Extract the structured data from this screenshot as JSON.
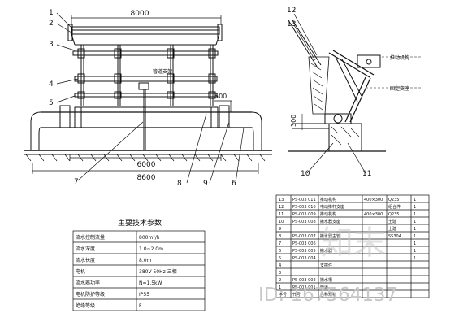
{
  "dimensions": {
    "total_top": "8000",
    "mid": "6000",
    "total_bottom": "8600",
    "height_right": "500",
    "left_side": "300"
  },
  "callouts_left": [
    "1",
    "2",
    "3",
    "4",
    "5",
    "7",
    "8",
    "9",
    "6"
  ],
  "callouts_right": [
    "12",
    "13",
    "10",
    "11"
  ],
  "inline_labels": {
    "left_mid": "管道支架",
    "right_upper": "推动机构",
    "right_lower": "固定支座"
  },
  "params_table": {
    "title": "主要技术参数",
    "rows": [
      [
        "流水控制流量",
        "800m³/h"
      ],
      [
        "流水深度",
        "1.0~2.0m"
      ],
      [
        "流水长度",
        "8.0m"
      ],
      [
        "电机",
        "380V 50Hz 三相"
      ],
      [
        "流水器功率",
        "N=1.5kW"
      ],
      [
        "电机防护等级",
        "IP55"
      ],
      [
        "绝缘等级",
        "F"
      ]
    ]
  },
  "parts_table": {
    "rows": [
      [
        "13",
        "PS-003 011",
        "推动机构",
        "400×300",
        "Q235",
        "1"
      ],
      [
        "12",
        "PS-003 010",
        "电动推杆支座",
        "",
        "组合件",
        "1"
      ],
      [
        "11",
        "PS-003 009",
        "推动机构",
        "400×300",
        "Q235",
        "1"
      ],
      [
        "10",
        "PS-003 008",
        "撇水器支座",
        "",
        "土建",
        "1"
      ],
      [
        "9",
        "",
        "",
        "",
        "土建",
        "1"
      ],
      [
        "8",
        "PS-003 007",
        "撇水器主管",
        "",
        "SS304",
        "1"
      ],
      [
        "7",
        "PS-003 006",
        "",
        "",
        "",
        "1"
      ],
      [
        "6",
        "PS-003 005",
        "撇水器",
        "",
        "",
        "1"
      ],
      [
        "5",
        "PS-003 004",
        "",
        "",
        "",
        "1"
      ],
      [
        "4",
        "",
        "支撑件",
        "",
        "",
        ""
      ],
      [
        "3",
        "",
        "",
        "",
        "",
        ""
      ],
      [
        "2",
        "PS-003 002",
        "撇水槽",
        "",
        "",
        ""
      ],
      [
        "1",
        "PS-003 001",
        "管道",
        "",
        "",
        ""
      ],
      [
        "序号",
        "代号",
        "名称规格",
        "",
        "",
        ""
      ]
    ]
  },
  "watermark": {
    "brand": "知末",
    "id_text": "ID: 167564137"
  }
}
